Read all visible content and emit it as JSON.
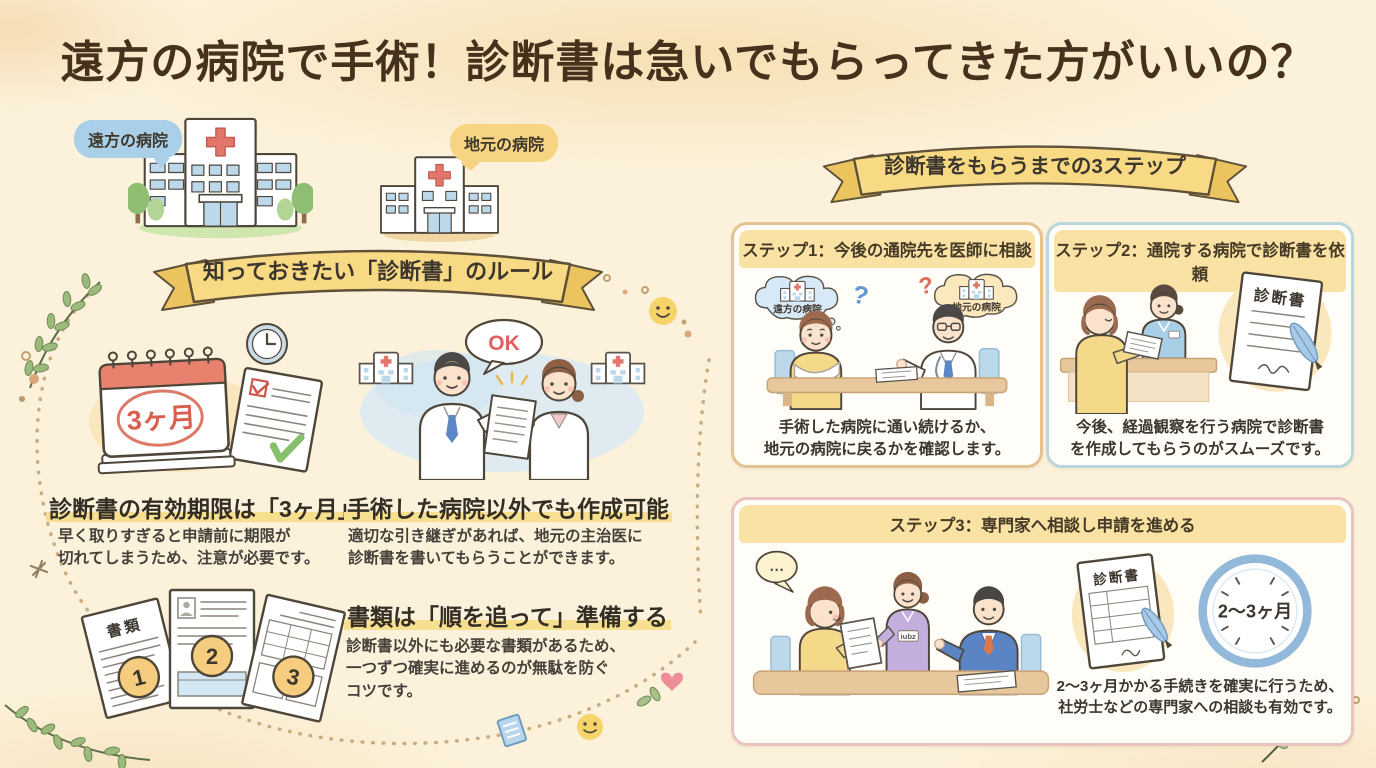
{
  "page": {
    "title": "遠方の病院で手術！診断書は急いでもらってきた方がいいの？"
  },
  "hospitals": {
    "distant_label": "遠方の病院",
    "local_label": "地元の病院"
  },
  "rules_section": {
    "banner": "知っておきたい「診断書」のルール",
    "rules": [
      {
        "heading": "診断書の有効期限は「3ヶ月」",
        "body": "早く取りすぎると申請前に期限が\n切れてしまうため、注意が必要です。",
        "calendar_label": "3ヶ月"
      },
      {
        "heading": "手術した病院以外でも作成可能",
        "body": "適切な引き継ぎがあれば、地元の主治医に\n診断書を書いてもらうことができます。",
        "ok_bubble": "OK"
      },
      {
        "heading": "書類は「順を追って」準備する",
        "body": "診断書以外にも必要な書類があるため、\n一つずつ確実に進めるのが無駄を防ぐ\nコツです。",
        "doc_label": "書類",
        "doc_numbers": [
          "1",
          "2",
          "3"
        ]
      }
    ]
  },
  "steps_section": {
    "banner": "診断書をもらうまでの3ステップ",
    "steps": [
      {
        "title": "ステップ1：今後の通院先を医師に相談",
        "caption": "手術した病院に通い続けるか、\n地元の病院に戻るかを確認します。",
        "distant_bubble": "遠方の病院",
        "local_bubble": "地元の病院"
      },
      {
        "title": "ステップ2：通院する病院で診断書を依頼",
        "caption": "今後、経過観察を行う病院で診断書\nを作成してもらうのがスムーズです。",
        "doc_title": "診断書"
      },
      {
        "title": "ステップ3：専門家へ相談し申請を進める",
        "caption": "2～3ヶ月かかる手続きを確実に行うため、\n社労士などの専門家への相談も有効です。",
        "doc_title": "診断書",
        "clock_label": "2～3ヶ月",
        "badge": "iubz"
      }
    ]
  },
  "misc": {
    "question_mark": "?",
    "ellipsis": "…"
  },
  "colors": {
    "accent_red": "#d9604e",
    "ribbon_yellow": "#f8da84",
    "marker_yellow": "#f7df90",
    "step1_border": "#e4c393",
    "step2_border": "#b9d6da",
    "step3_border": "#eac2bf"
  }
}
